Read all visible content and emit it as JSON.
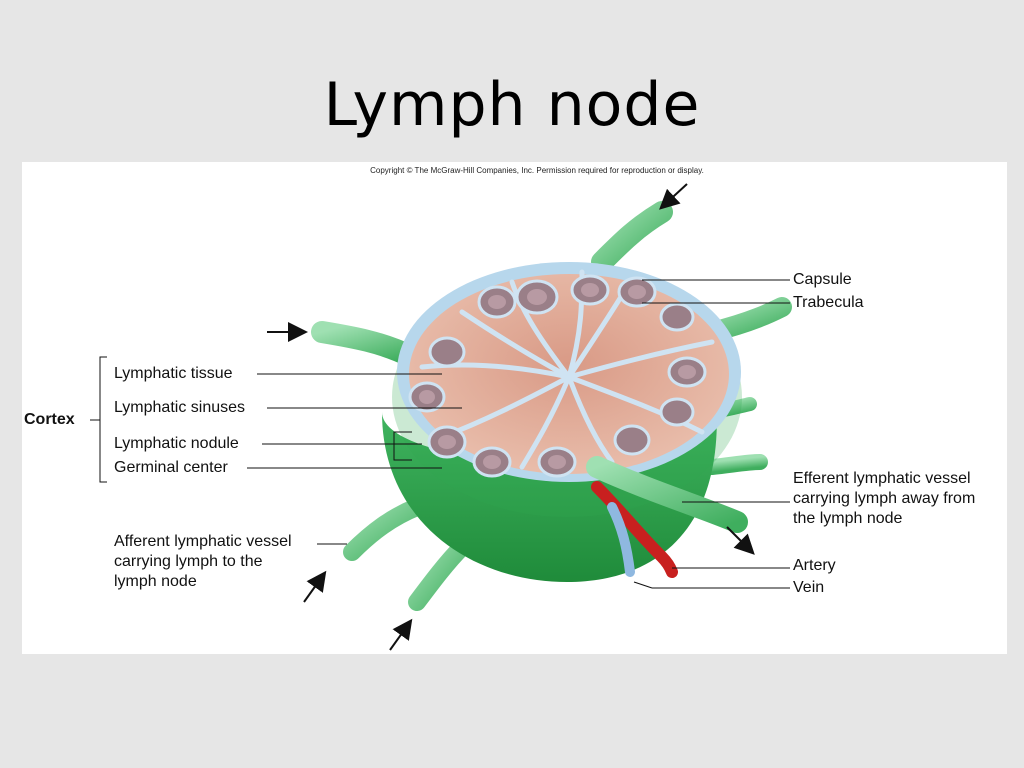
{
  "slide": {
    "title": "Lymph node"
  },
  "figure": {
    "copyright": "Copyright © The McGraw-Hill Companies, Inc. Permission required for reproduction or display.",
    "labels": {
      "capsule": "Capsule",
      "trabecula": "Trabecula",
      "lymphatic_tissue": "Lymphatic tissue",
      "lymphatic_sinuses": "Lymphatic sinuses",
      "cortex": "Cortex",
      "lymphatic_nodule": "Lymphatic nodule",
      "germinal_center": "Germinal center",
      "efferent_vessel": "Efferent lymphatic vessel\ncarrying lymph away from\nthe lymph node",
      "afferent_vessel": "Afferent lymphatic vessel\ncarrying lymph to the\nlymph node",
      "artery": "Artery",
      "vein": "Vein"
    },
    "colors": {
      "node_green": "#2fa84f",
      "vessel_green": "#7fd49a",
      "tissue_pink": "#e8b8a4",
      "sinus_blue": "#cfe3f2",
      "nodule_purple": "#9a7f88",
      "artery_red": "#c8201f",
      "vein_blue": "#8fb8e0"
    }
  }
}
